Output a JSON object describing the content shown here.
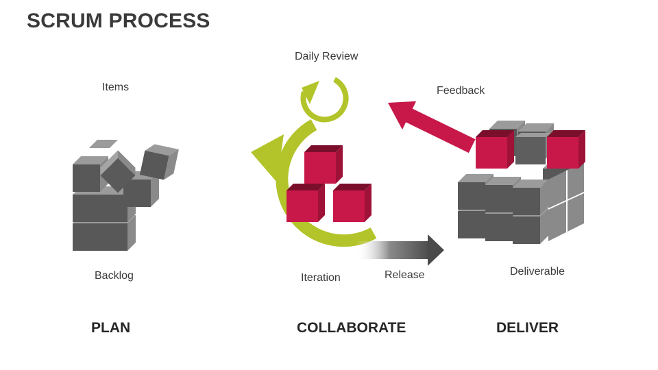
{
  "title": "SCRUM PROCESS",
  "labels": {
    "items": "Items",
    "backlog": "Backlog",
    "daily_review": "Daily Review",
    "iteration": "Iteration",
    "release": "Release",
    "feedback": "Feedback",
    "deliverable": "Deliverable"
  },
  "phases": {
    "plan": "PLAN",
    "collaborate": "COLLABORATE",
    "deliver": "DELIVER"
  },
  "colors": {
    "cycle": "#b3c42a",
    "accent": "#c8184a",
    "cube_top": "#9a9a9a",
    "cube_front": "#595959",
    "cube_side": "#8c8c8c",
    "text": "#3a3a3a"
  }
}
